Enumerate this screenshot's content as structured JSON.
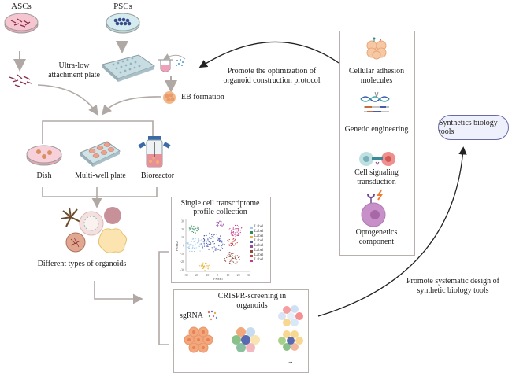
{
  "sources": {
    "ascs": "ASCs",
    "pscs": "PSCs"
  },
  "steps": {
    "ultra_low_line1": "Ultra-low",
    "ultra_low_line2": "attachment plate",
    "eb_formation": "EB formation"
  },
  "culture_systems": {
    "dish": "Dish",
    "multiwell": "Multi-well plate",
    "bioreactor": "Bioreactor"
  },
  "organoids_label": "Different types of organoids",
  "optimization_label": {
    "line1": "Promote the optimization of",
    "line2": "organoid construction protocol"
  },
  "toolbox": {
    "items": [
      {
        "line1": "Cellular adhesion",
        "line2": "molecules"
      },
      {
        "line1": "Genetic engineering",
        "line2": ""
      },
      {
        "line1": "Cell signaling",
        "line2": "transduction"
      },
      {
        "line1": "Optogenetics",
        "line2": "component"
      }
    ]
  },
  "synthetic_tools_label": "Synthetics biology tools",
  "systematic_label": {
    "line1": "Promote systematic design of",
    "line2": "synthetic biology tools"
  },
  "single_cell": {
    "title_line1": "Single cell transcriptome",
    "title_line2": "profile collection",
    "xlabel": "t-SNE1",
    "ylabel": "t-SNE2",
    "xticks": [
      "-30",
      "-20",
      "-10",
      "0",
      "10",
      "20",
      "30"
    ],
    "yticks": [
      "30",
      "20",
      "10",
      "0",
      "-10",
      "-20",
      "-30"
    ],
    "legend": [
      {
        "label": "Label",
        "color": "#9ec9ea"
      },
      {
        "label": "Label",
        "color": "#2f8a5e"
      },
      {
        "label": "Label",
        "color": "#e8b43a"
      },
      {
        "label": "Label",
        "color": "#4a5aa8"
      },
      {
        "label": "Label",
        "color": "#9a4aa0"
      },
      {
        "label": "Label",
        "color": "#8a4a3a"
      },
      {
        "label": "Label",
        "color": "#c8413a"
      },
      {
        "label": "Label",
        "color": "#c83a8a"
      }
    ]
  },
  "crispr": {
    "title_line1": "CRISPR-screening in",
    "title_line2": "organoids",
    "sgrna": "sgRNA",
    "ellipsis": "..."
  }
}
